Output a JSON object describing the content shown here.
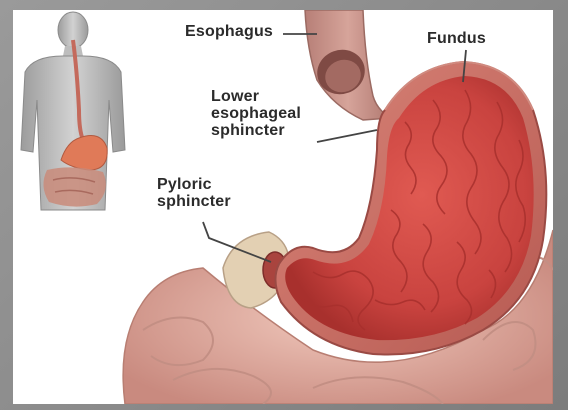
{
  "labels": {
    "esophagus": "Esophagus",
    "fundus": "Fundus",
    "les": "Lower\nesophageal\nsphincter",
    "pyloric": "Pyloric\nsphincter"
  },
  "colors": {
    "stomach_outer": "#c8665e",
    "stomach_inner": "#d8564f",
    "rugae": "#b23a37",
    "esophagus": "#c9938a",
    "intestine": "#e6b4a8",
    "duodenum": "#e3d0b3",
    "body_skin": "#b9b9b9",
    "leader": "#444444"
  },
  "icons": [
    "human-torso-icon",
    "stomach-icon"
  ]
}
